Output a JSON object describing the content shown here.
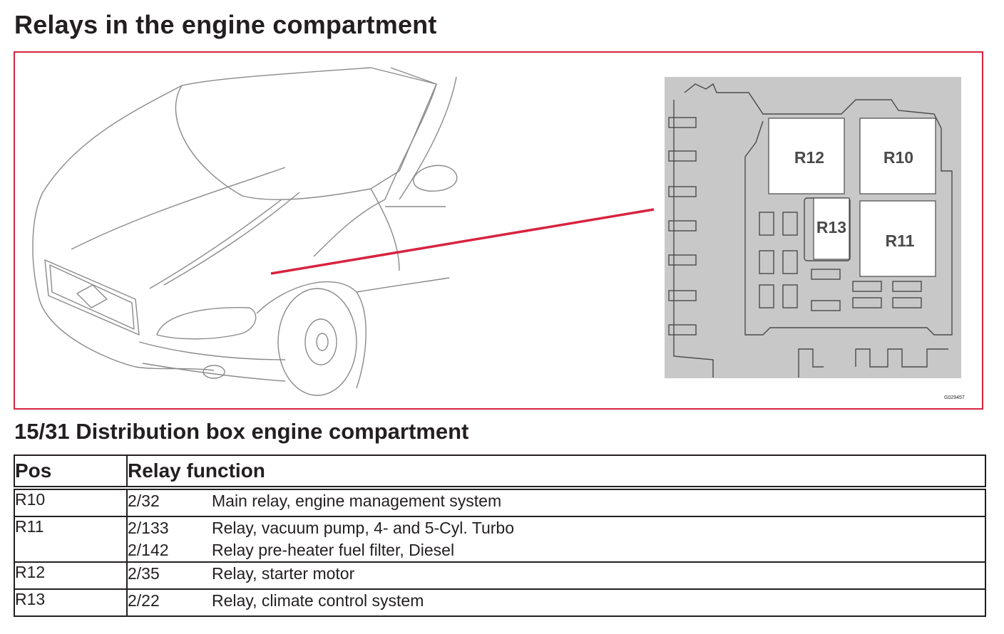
{
  "page": {
    "title": "Relays in the engine compartment",
    "figure_code": "G029457",
    "subtitle": "15/31 Distribution box engine compartment"
  },
  "diagram": {
    "relay_labels": [
      "R12",
      "R10",
      "R13",
      "R11"
    ],
    "leader_color": "#d6243f",
    "box_color": "#c8c8c8"
  },
  "table": {
    "headers": {
      "pos": "Pos",
      "function": "Relay function"
    },
    "rows": [
      {
        "pos": "R10",
        "functions": [
          {
            "code": "2/32",
            "desc": "Main relay, engine management system"
          }
        ]
      },
      {
        "pos": "R11",
        "functions": [
          {
            "code": "2/133",
            "desc": "Relay, vacuum pump, 4- and 5-Cyl. Turbo"
          },
          {
            "code": "2/142",
            "desc": "Relay pre-heater fuel filter, Diesel"
          }
        ]
      },
      {
        "pos": "R12",
        "functions": [
          {
            "code": "2/35",
            "desc": "Relay, starter motor"
          }
        ]
      },
      {
        "pos": "R13",
        "functions": [
          {
            "code": "2/22",
            "desc": "Relay, climate control system"
          }
        ]
      }
    ]
  }
}
